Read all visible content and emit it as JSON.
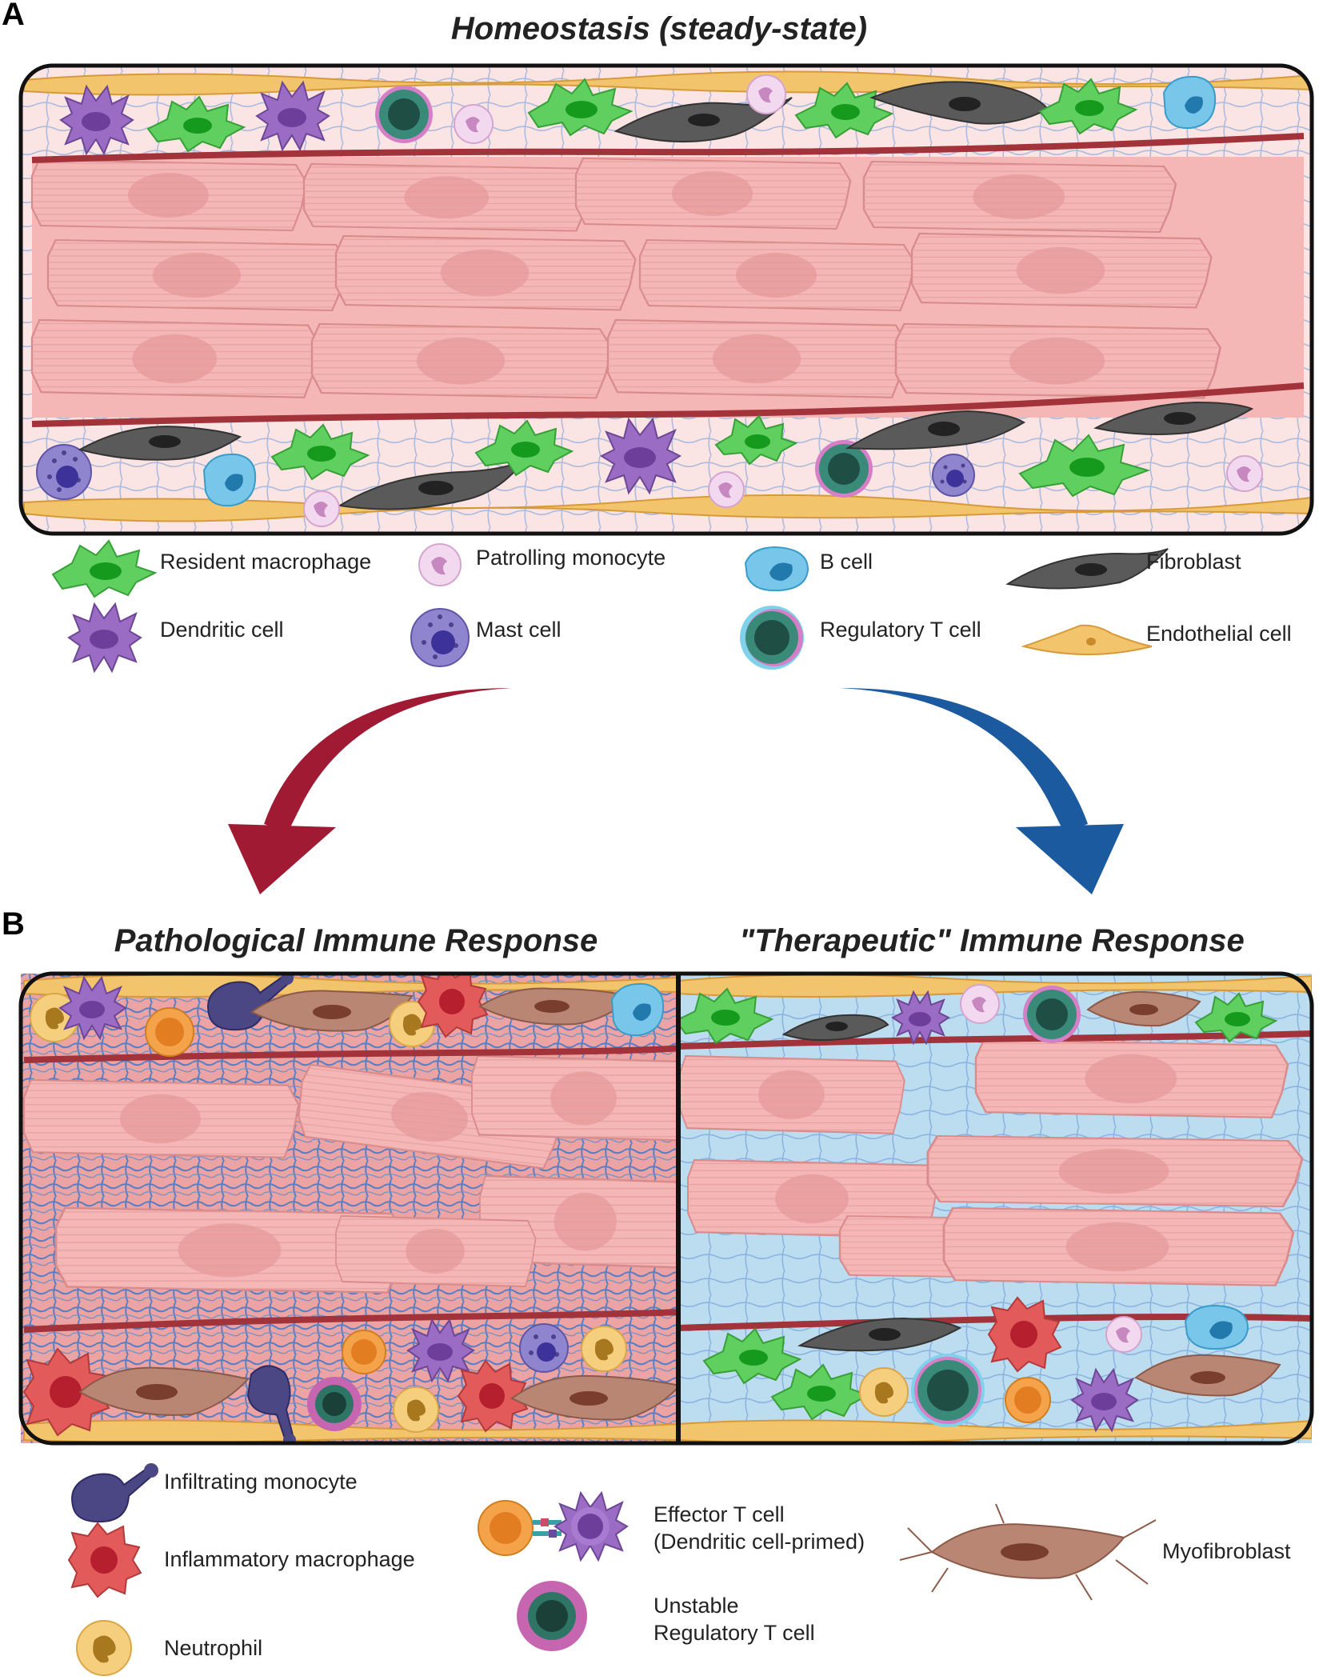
{
  "panel_a": {
    "letter": "A",
    "title": "Homeostasis (steady-state)",
    "legend": [
      {
        "label": "Resident macrophage",
        "icon": "resident-macrophage-icon",
        "color": "#5fd05f"
      },
      {
        "label": "Patrolling monocyte",
        "icon": "patrolling-monocyte-icon",
        "color": "#e9c3e6"
      },
      {
        "label": "B cell",
        "icon": "b-cell-icon",
        "color": "#63bde3"
      },
      {
        "label": "Fibroblast",
        "icon": "fibroblast-icon",
        "color": "#555555"
      },
      {
        "label": "Dendritic cell",
        "icon": "dendritic-cell-icon",
        "color": "#9a6cc4"
      },
      {
        "label": "Mast cell",
        "icon": "mast-cell-icon",
        "color": "#7d72c4"
      },
      {
        "label": "Regulatory T cell",
        "icon": "regulatory-t-cell-icon",
        "color": "#2e6b5e"
      },
      {
        "label": "Endothelial cell",
        "icon": "endothelial-cell-icon",
        "color": "#f2c46b"
      }
    ]
  },
  "panel_b": {
    "letter": "B",
    "left_title": "Pathological Immune Response",
    "right_title": "\"Therapeutic\" Immune Response",
    "legend": {
      "infiltrating_monocyte": "Infiltrating monocyte",
      "inflammatory_macrophage": "Inflammatory macrophage",
      "neutrophil": "Neutrophil",
      "effector_t_cell_line1": "Effector T cell",
      "effector_t_cell_line2": "(Dendritic cell-primed)",
      "unstable_treg_line1": "Unstable",
      "unstable_treg_line2": "Regulatory T cell",
      "myofibroblast": "Myofibroblast"
    }
  },
  "colors": {
    "muscle": "#f4b7b6",
    "muscle_stroke": "#d98b8b",
    "vessel": "#a3333a",
    "homeostasis_bg": "#fbe4e4",
    "pathological_bg": "#eba3a3",
    "therapeutic_bg": "#bcdcf0",
    "collagen": "#5b8fd1",
    "arrow_left": "#a01a34",
    "arrow_right": "#1c5aa0"
  }
}
